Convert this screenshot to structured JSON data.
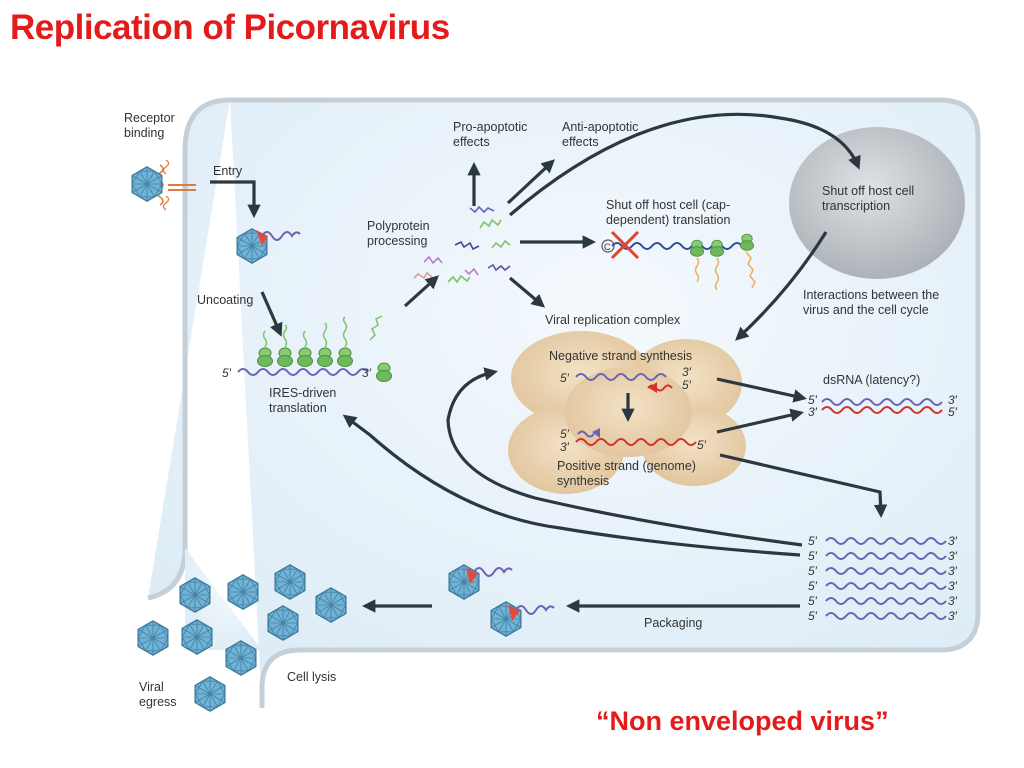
{
  "title": "Replication of Picornavirus",
  "caption": {
    "open_quote": "“",
    "text": "Non enveloped virus",
    "close_quote": "”"
  },
  "labels": {
    "receptor_binding": [
      "Receptor",
      "binding"
    ],
    "entry": "Entry",
    "uncoating": "Uncoating",
    "ires": [
      "IRES-driven",
      "translation"
    ],
    "polyprotein": [
      "Polyprotein",
      "processing"
    ],
    "pro_apoptotic": [
      "Pro-apoptotic",
      "effects"
    ],
    "anti_apoptotic": [
      "Anti-apoptotic",
      "effects"
    ],
    "shut_off_translation": [
      "Shut off host cell (cap-",
      "dependent) translation"
    ],
    "shut_off_transcription": [
      "Shut off host cell",
      "transcription"
    ],
    "interactions": [
      "Interactions between the",
      "virus and the cell cycle"
    ],
    "viral_replication_complex": "Viral replication complex",
    "negative_strand": "Negative strand synthesis",
    "positive_strand": [
      "Positive strand (genome)",
      "synthesis"
    ],
    "dsrna": "dsRNA (latency?)",
    "packaging": "Packaging",
    "cell_lysis": "Cell lysis",
    "viral_egress": [
      "Viral",
      "egress"
    ],
    "cap_symbol": "C"
  },
  "strand_ends": {
    "five": "5′",
    "three": "3′"
  },
  "colors": {
    "title_red": "#e41b1b",
    "cell_fill": "#e6f2fa",
    "cell_border": "#c4cfd8",
    "arrow": "#2c3840",
    "nucleus": "#b9bec4",
    "replication_complex": "#e9d2ae",
    "negative_strand": "#d2322a",
    "positive_strand": "#6b63b5",
    "ribosome": "#7cc46a",
    "capsid": "#5ca9d2"
  }
}
